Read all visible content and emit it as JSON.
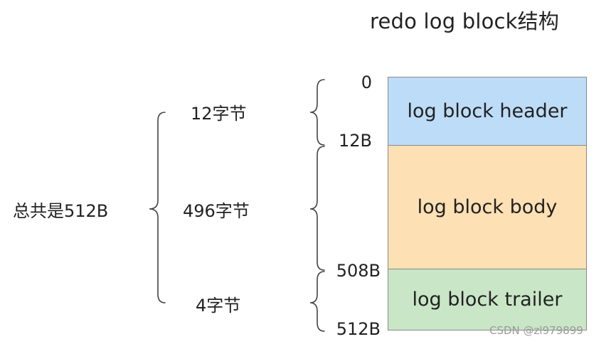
{
  "title": "redo log block结构",
  "total_label": "总共是512B",
  "blocks": [
    {
      "label": "log block header",
      "size_label": "12字节",
      "color": "#bddcf7"
    },
    {
      "label": "log block body",
      "size_label": "496字节",
      "color": "#fde0b4"
    },
    {
      "label": "log block trailer",
      "size_label": "4字节",
      "color": "#c9e6c6"
    }
  ],
  "offsets": [
    "0",
    "12B",
    "508B",
    "512B"
  ],
  "border_color": "#8a8a8a",
  "watermark": "CSDN @zl979899"
}
